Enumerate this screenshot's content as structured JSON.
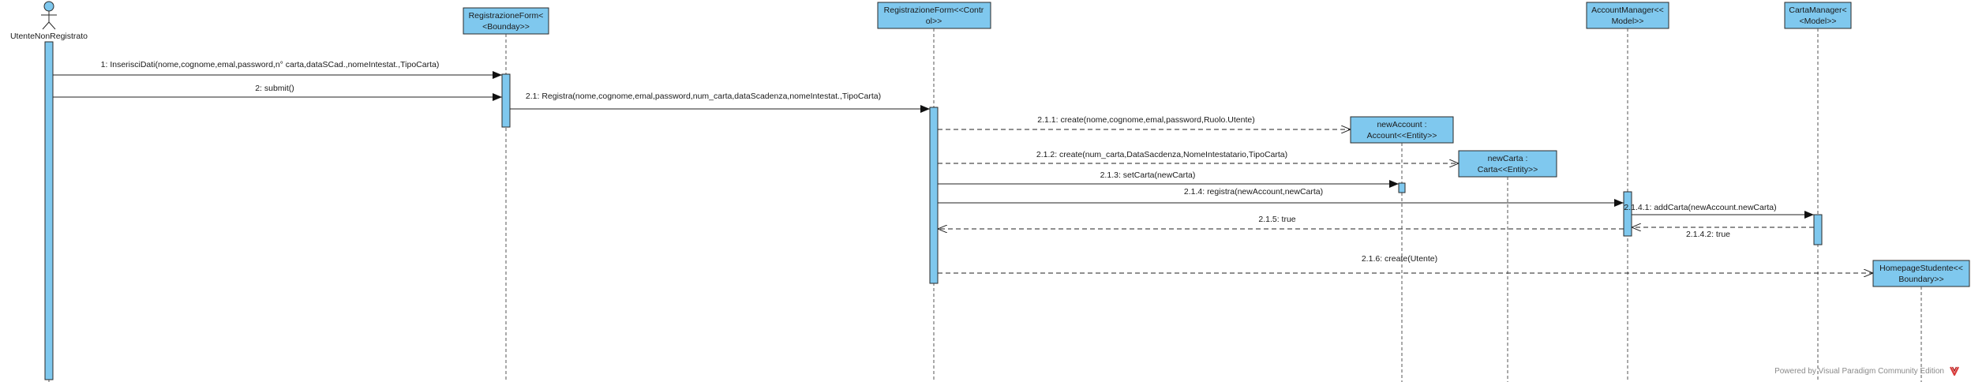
{
  "actor": {
    "name": "UtenteNonRegistrato"
  },
  "lifelines": [
    {
      "id": "form",
      "line1": "RegistrazioneForm<",
      "line2": "<Bounday>>"
    },
    {
      "id": "ctrl",
      "line1": "RegistrazioneForm<<Contr",
      "line2": "ol>>"
    },
    {
      "id": "acc",
      "line1": "newAccount :",
      "line2": "Account<<Entity>>"
    },
    {
      "id": "carta",
      "line1": "newCarta :",
      "line2": "Carta<<Entity>>"
    },
    {
      "id": "am",
      "line1": "AccountManager<<",
      "line2": "Model>>"
    },
    {
      "id": "cm",
      "line1": "CartaManager<",
      "line2": "<Model>>"
    },
    {
      "id": "home",
      "line1": "HomepageStudente<<",
      "line2": "Boundary>>"
    }
  ],
  "messages": [
    {
      "text": "1: InserisciDati(nome,cognome,emal,password,n° carta,dataSCad.,nomeIntestat.,TipoCarta)"
    },
    {
      "text": "2: submit()"
    },
    {
      "text": "2.1: Registra(nome,cognome,emal,password,num_carta,dataScadenza,nomeIntestat.,TipoCarta)"
    },
    {
      "text": "2.1.1: create(nome,cognome,emal,password,Ruolo.Utente)"
    },
    {
      "text": "2.1.2: create(num_carta,DataSacdenza,NomeIntestatario,TipoCarta)"
    },
    {
      "text": "2.1.3: setCarta(newCarta)"
    },
    {
      "text": "2.1.4: registra(newAccount,newCarta)"
    },
    {
      "text": "2.1.4.1: addCarta(newAccount.newCarta)"
    },
    {
      "text": "2.1.4.2: true"
    },
    {
      "text": "2.1.5: true"
    },
    {
      "text": "2.1.6: create(Utente)"
    }
  ],
  "footer": {
    "text": "Powered by Visual Paradigm Community Edition"
  },
  "colors": {
    "box_fill": "#7fc8ee",
    "border": "#2a2a2a",
    "line": "#333333"
  }
}
